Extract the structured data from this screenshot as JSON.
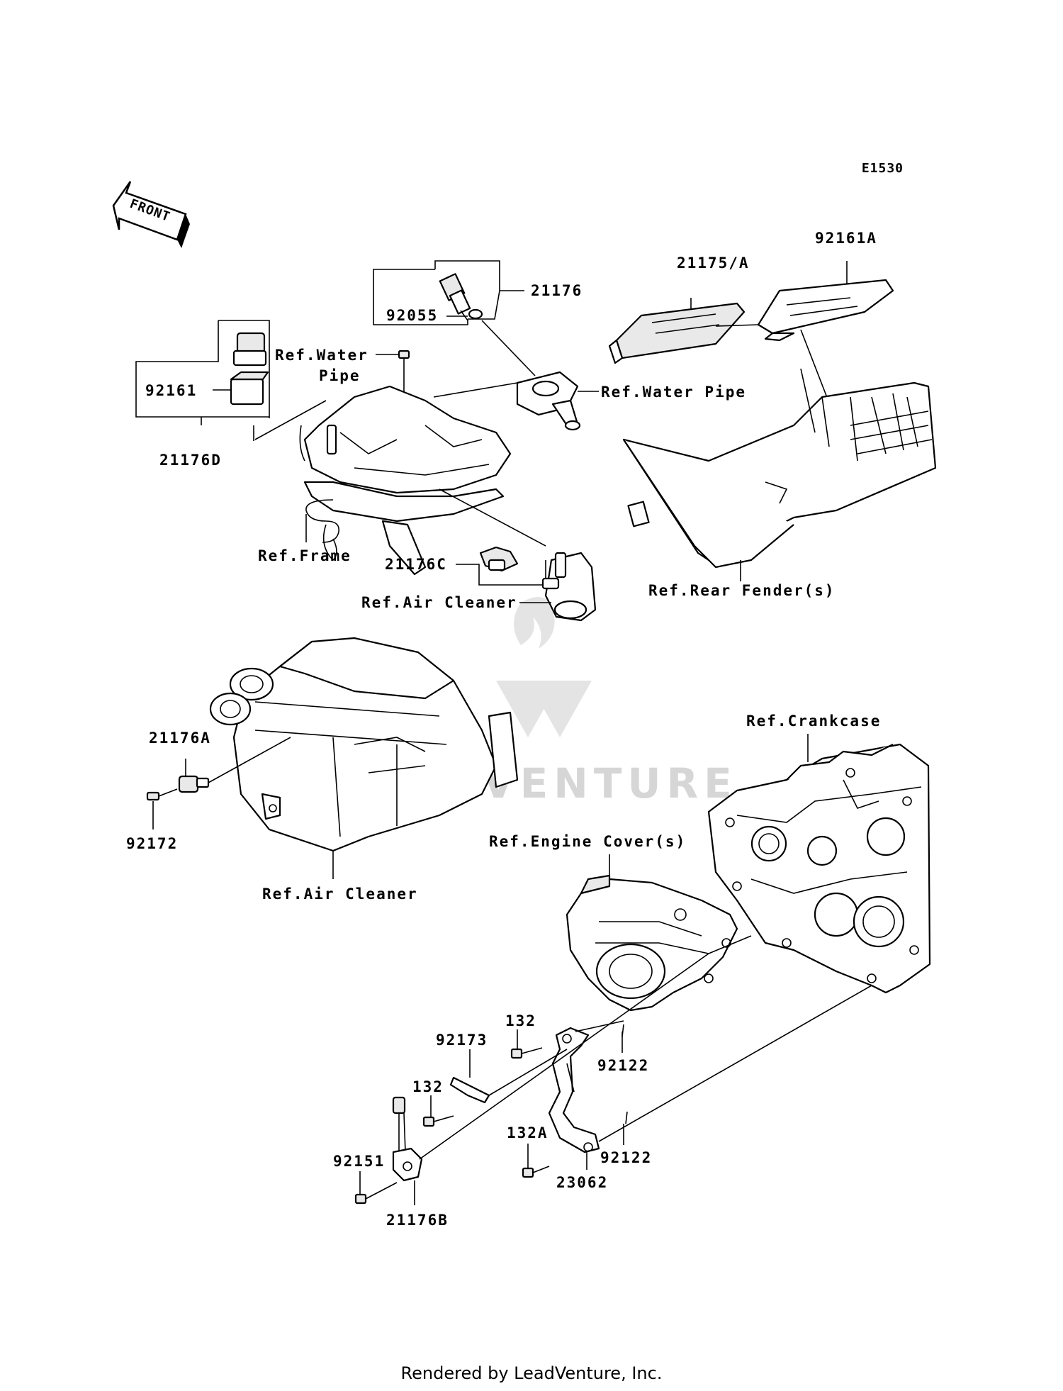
{
  "diagram_code": "E1530",
  "front_arrow_label": "FRONT",
  "watermark": "LEADVENTURE",
  "footer": "Rendered by LeadVenture, Inc.",
  "labels": {
    "p21176": "21176",
    "p92055": "92055",
    "p21175A": "21175/A",
    "p92161A": "92161A",
    "ref_water_pipe_1_line1": "Ref.Water",
    "ref_water_pipe_1_line2": "Pipe",
    "ref_water_pipe_2": "Ref.Water Pipe",
    "p92161": "92161",
    "p21176D": "21176D",
    "ref_frame": "Ref.Frame",
    "p21176C": "21176C",
    "ref_air_cleaner_1": "Ref.Air Cleaner",
    "ref_rear_fender": "Ref.Rear Fender(s)",
    "p21176A": "21176A",
    "p92172": "92172",
    "ref_air_cleaner_2": "Ref.Air Cleaner",
    "ref_crankcase": "Ref.Crankcase",
    "ref_engine_cover": "Ref.Engine Cover(s)",
    "p132_1": "132",
    "p92173": "92173",
    "p92122_1": "92122",
    "p132_2": "132",
    "p132A": "132A",
    "p92122_2": "92122",
    "p92151": "92151",
    "p23062": "23062",
    "p21176B": "21176B"
  }
}
